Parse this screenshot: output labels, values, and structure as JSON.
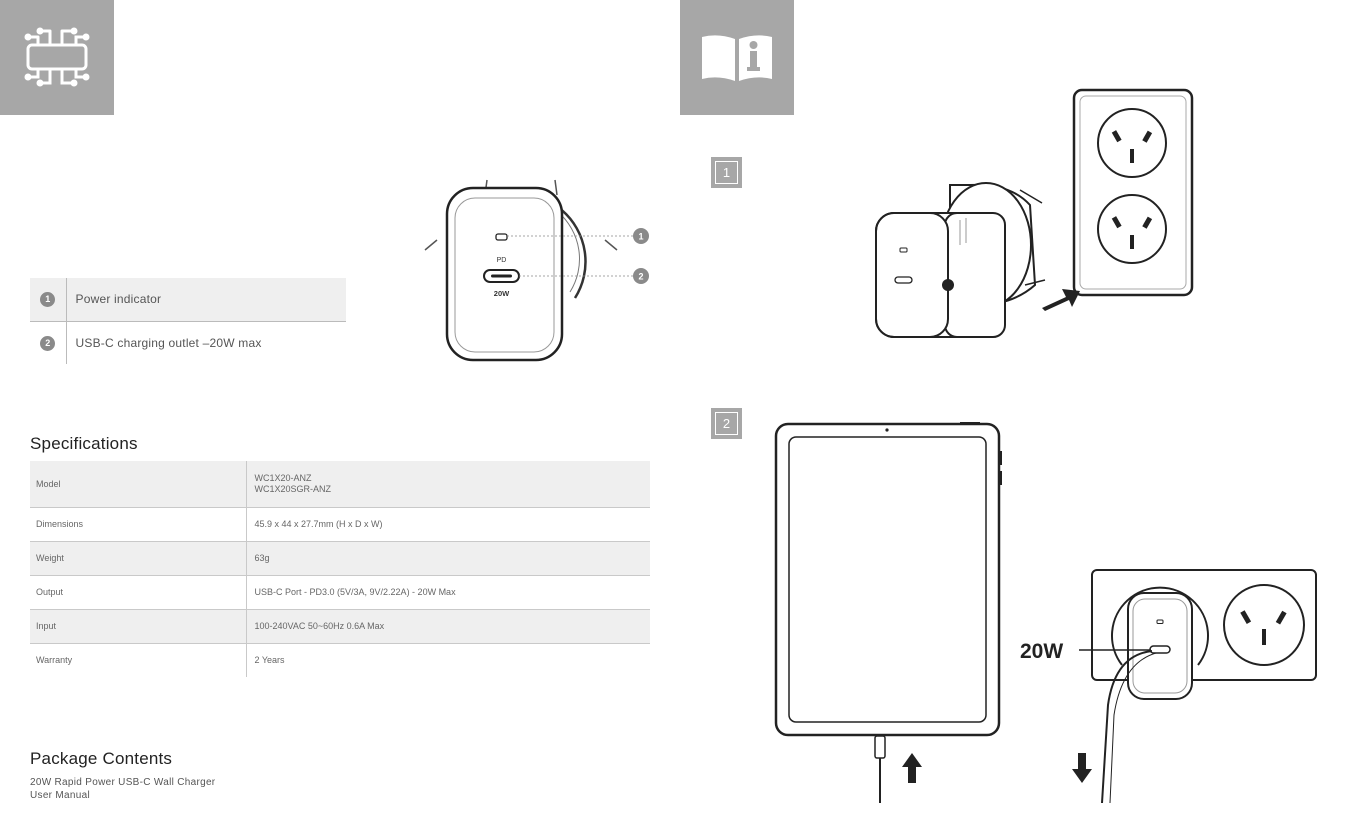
{
  "legend": {
    "items": [
      {
        "num": "1",
        "label": "Power indicator"
      },
      {
        "num": "2",
        "label": "USB-C charging outlet –20W max"
      }
    ]
  },
  "charger_front": {
    "pd_label": "PD",
    "watt_label": "20W",
    "callouts": [
      "1",
      "2"
    ]
  },
  "specifications": {
    "title": "Specifications",
    "rows": [
      {
        "key": "Model",
        "value": "WC1X20-ANZ",
        "value2": "WC1X20SGR-ANZ"
      },
      {
        "key": "Dimensions",
        "value": "45.9 x 44 x 27.7mm (H x D x W)"
      },
      {
        "key": "Weight",
        "value": "63g"
      },
      {
        "key": "Output",
        "value": "USB-C  Port - PD3.0 (5V/3A, 9V/2.22A) - 20W Max"
      },
      {
        "key": "Input",
        "value": "100-240VAC 50~60Hz 0.6A Max"
      },
      {
        "key": "Warranty",
        "value": "2 Years"
      }
    ]
  },
  "package": {
    "title": "Package Contents",
    "items": [
      "20W Rapid Power USB-C Wall Charger",
      "User Manual"
    ]
  },
  "steps": [
    {
      "num": "1"
    },
    {
      "num": "2",
      "callout": "20W"
    }
  ],
  "icons": {
    "tile_left": "circuit-icon",
    "tile_right": "manual-info-icon"
  },
  "colors": {
    "tile": "#a7a7a7",
    "row_shade": "#efefef",
    "callout_dot": "#8a8a8a"
  }
}
